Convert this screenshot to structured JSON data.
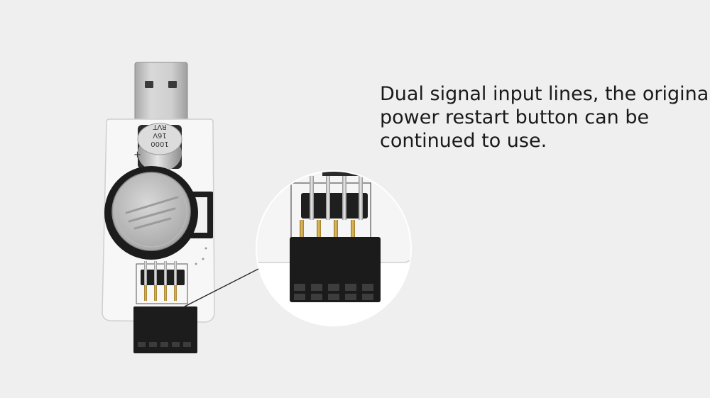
{
  "caption": {
    "lines": [
      "Dual signal input lines, the original",
      "power restart button can be",
      "continued to use."
    ]
  },
  "capacitor": {
    "marking": [
      "1000",
      "16V",
      "RVT"
    ]
  },
  "colors": {
    "background": "#efefef",
    "board": "#f7f7f7",
    "usb_metal": "#c9c9c9",
    "connector": "#1c1c1c",
    "pin_gold": "#c8a040"
  }
}
